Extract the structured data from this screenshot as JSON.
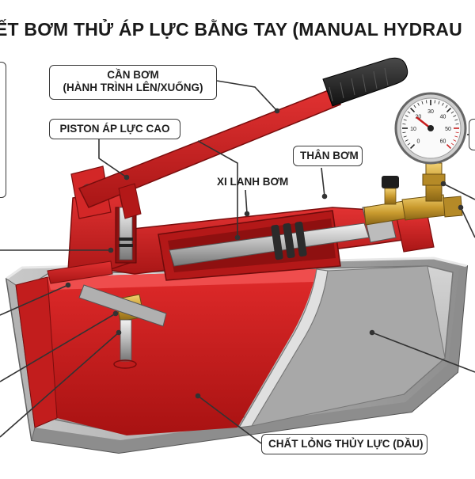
{
  "title": "ẾT BƠM THỬ ÁP LỰC BẰNG TAY (MANUAL HYDRAU",
  "labels": {
    "can_bom_line1": "CẦN BƠM",
    "can_bom_line2": "(HÀNH TRÌNH LÊN/XUỐNG)",
    "piston": "PISTON ÁP LỰC CAO",
    "than_bom": "THÂN BƠM",
    "xi_lanh": "XI LANH BƠM",
    "chat_long": "CHẤT LỎNG THỦY LỰC (DẦU)"
  },
  "gauge": {
    "scale": [
      "0",
      "10",
      "20",
      "30",
      "40",
      "50",
      "60"
    ]
  },
  "colors": {
    "pump_red": "#c81e1e",
    "oil_red": "#cc1a1a",
    "tank_gray": "#9a9a9a",
    "brass": "#c9a23a",
    "handle_black": "#1c1c1c"
  }
}
